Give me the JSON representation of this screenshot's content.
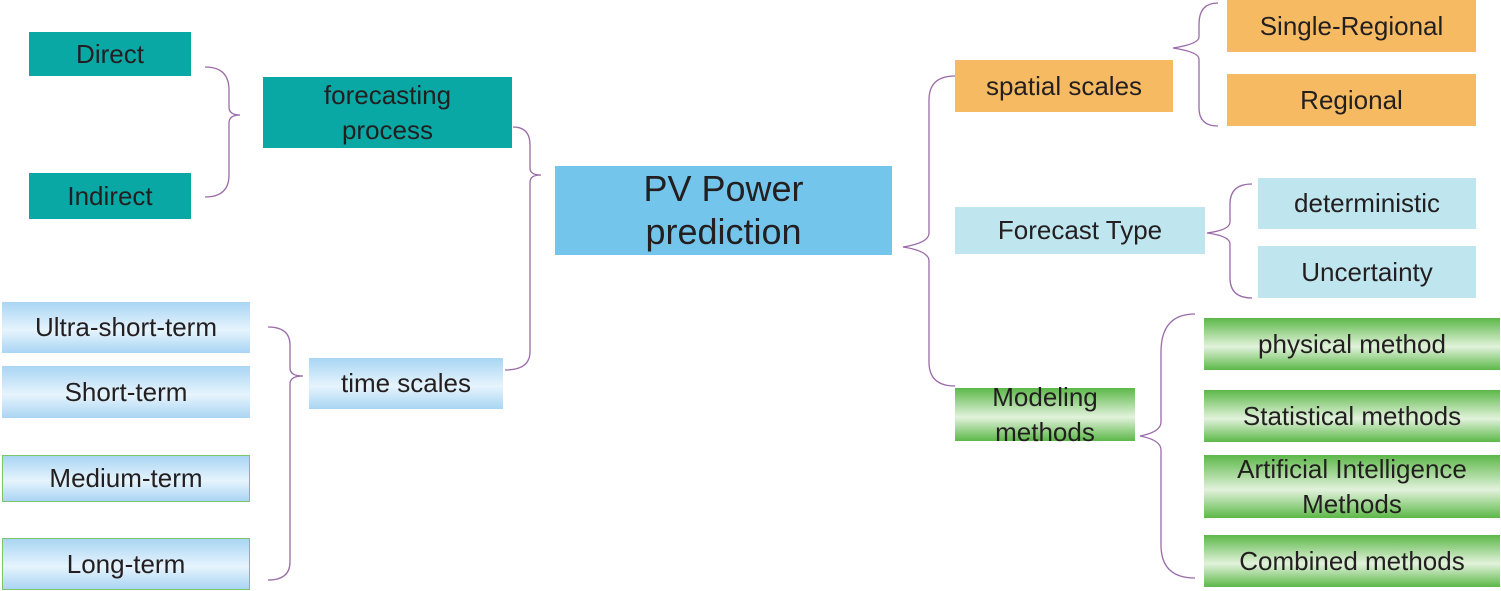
{
  "center": {
    "label": "PV Power\nprediction"
  },
  "left": {
    "forecasting_process": {
      "label": "forecasting\nprocess",
      "children": [
        "Direct",
        "Indirect"
      ]
    },
    "time_scales": {
      "label": "time scales",
      "children": [
        "Ultra-short-term",
        "Short-term",
        "Medium-term",
        "Long-term"
      ]
    }
  },
  "right": {
    "spatial_scales": {
      "label": "spatial scales",
      "children": [
        "Single-Regional",
        "Regional"
      ]
    },
    "forecast_type": {
      "label": "Forecast Type",
      "children": [
        "deterministic",
        "Uncertainty"
      ]
    },
    "modeling_methods": {
      "label": "Modeling\nmethods",
      "children": [
        "physical method",
        "Statistical methods",
        "Artificial Intelligence\nMethods",
        "Combined methods"
      ]
    }
  },
  "colors": {
    "teal": "#0aa8a5",
    "center_blue": "#74c5ec",
    "orange": "#f6bb62",
    "light_blue": "#bfe6ef",
    "green": "#5cb848",
    "bracket": "#9a6ba8"
  }
}
